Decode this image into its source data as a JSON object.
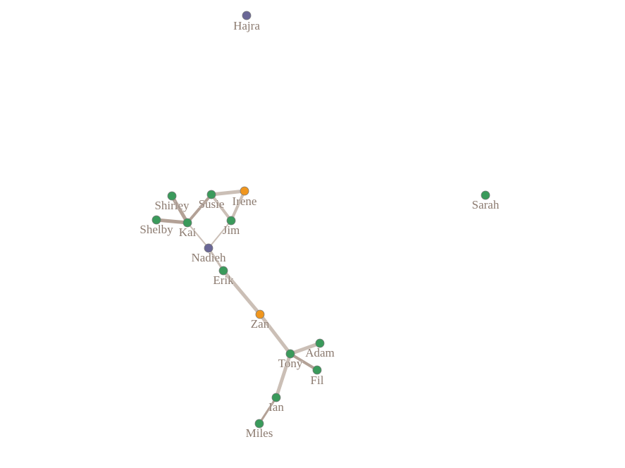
{
  "graph": {
    "palette": {
      "green": "#3a9a5b",
      "orange": "#f0961e",
      "purple": "#6a6796",
      "link": "#c8bcb2",
      "link_dark": "#a69184",
      "label": "#8c7b70"
    },
    "nodes": [
      {
        "id": "Hajra",
        "label": "Hajra",
        "group": "purple"
      },
      {
        "id": "Sarah",
        "label": "Sarah",
        "group": "green"
      },
      {
        "id": "Shirley",
        "label": "Shirley",
        "group": "green"
      },
      {
        "id": "Susie",
        "label": "Susie",
        "group": "green"
      },
      {
        "id": "Irene",
        "label": "Irene",
        "group": "orange"
      },
      {
        "id": "Shelby",
        "label": "Shelby",
        "group": "green"
      },
      {
        "id": "Kai",
        "label": "Kai",
        "group": "green"
      },
      {
        "id": "Jim",
        "label": "Jim",
        "group": "green"
      },
      {
        "id": "Nadieh",
        "label": "Nadieh",
        "group": "purple"
      },
      {
        "id": "Erik",
        "label": "Erik",
        "group": "green"
      },
      {
        "id": "Zan",
        "label": "Zan",
        "group": "orange"
      },
      {
        "id": "Adam",
        "label": "Adam",
        "group": "green"
      },
      {
        "id": "Tony",
        "label": "Tony",
        "group": "green"
      },
      {
        "id": "Fil",
        "label": "Fil",
        "group": "green"
      },
      {
        "id": "Ian",
        "label": "Ian",
        "group": "green"
      },
      {
        "id": "Miles",
        "label": "Miles",
        "group": "green"
      }
    ],
    "links": [
      {
        "source": "Shirley",
        "target": "Kai",
        "weight": 5,
        "tone": "dark"
      },
      {
        "source": "Shelby",
        "target": "Kai",
        "weight": 5,
        "tone": "dark"
      },
      {
        "source": "Susie",
        "target": "Kai",
        "weight": 4,
        "tone": "dark"
      },
      {
        "source": "Susie",
        "target": "Irene",
        "weight": 5,
        "tone": "light"
      },
      {
        "source": "Susie",
        "target": "Jim",
        "weight": 4,
        "tone": "light"
      },
      {
        "source": "Irene",
        "target": "Jim",
        "weight": 4,
        "tone": "light"
      },
      {
        "source": "Jim",
        "target": "Nadieh",
        "weight": 2,
        "tone": "light"
      },
      {
        "source": "Kai",
        "target": "Nadieh",
        "weight": 2,
        "tone": "light"
      },
      {
        "source": "Nadieh",
        "target": "Erik",
        "weight": 3,
        "tone": "light"
      },
      {
        "source": "Erik",
        "target": "Zan",
        "weight": 5,
        "tone": "light"
      },
      {
        "source": "Zan",
        "target": "Tony",
        "weight": 5,
        "tone": "light"
      },
      {
        "source": "Tony",
        "target": "Adam",
        "weight": 5,
        "tone": "light"
      },
      {
        "source": "Tony",
        "target": "Fil",
        "weight": 4,
        "tone": "dark"
      },
      {
        "source": "Tony",
        "target": "Ian",
        "weight": 5,
        "tone": "light"
      },
      {
        "source": "Ian",
        "target": "Miles",
        "weight": 3,
        "tone": "dark"
      }
    ]
  }
}
